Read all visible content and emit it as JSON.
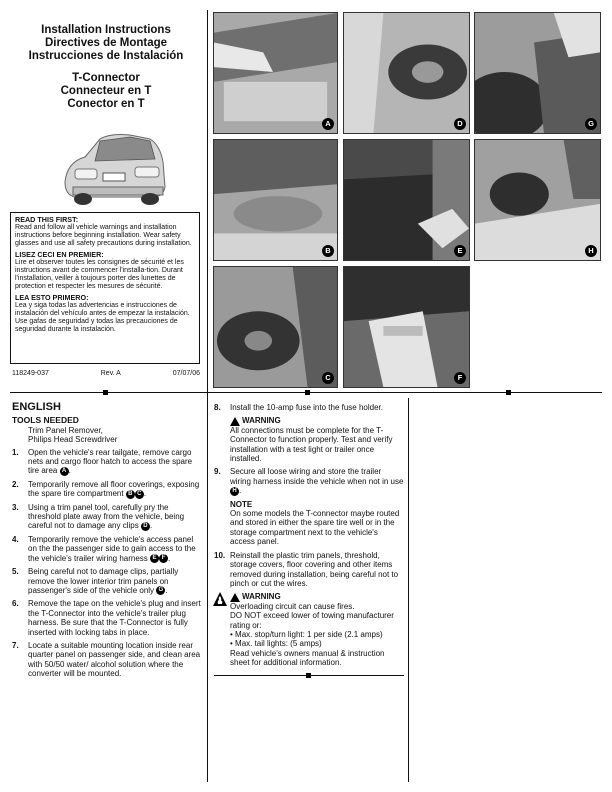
{
  "header": {
    "title_lines": [
      "Installation Instructions",
      "Directives de Montage",
      "Instrucciones de Instalación"
    ],
    "product_lines": [
      "T-Connector",
      "Connecteur en T",
      "Conector en T"
    ]
  },
  "read_first": {
    "en_heading": "READ THIS FIRST:",
    "en_body": "Read and follow all vehicle warnings and installation instructions before beginning installation. Wear safety glasses and use all safety precautions during installation.",
    "fr_heading": "LISEZ CECI EN PREMIER:",
    "fr_body": "Lire et observer toutes les consignes de sécurité et les instructions avant de commencer l'installa-tion. Durant l'installation, veiller à toujours porter des lunettes de protection et respecter les mesures de sécurité.",
    "es_heading": "LEA ESTO PRIMERO:",
    "es_body": "Lea y siga todas las advertencias e instrucciones de instalación del vehículo antes de empezar la instalación. Use gafas de seguridad y todas las precauciones de seguridad durante la instalación."
  },
  "part_info": {
    "part_number": "118249-037",
    "revision": "Rev. A",
    "date": "07/07/06"
  },
  "photos": [
    {
      "label": "A"
    },
    {
      "label": "D"
    },
    {
      "label": "G"
    },
    {
      "label": "B"
    },
    {
      "label": "E"
    },
    {
      "label": "H"
    },
    {
      "label": "C"
    },
    {
      "label": "F"
    }
  ],
  "english": {
    "section": "ENGLISH",
    "tools_heading": "TOOLS NEEDED",
    "tools": [
      "Trim Panel Remover,",
      "Philips Head Screwdriver"
    ],
    "steps": [
      {
        "n": "1.",
        "text": "Open the vehicle's rear tailgate, remove cargo nets and cargo floor hatch to access the spare tire area",
        "refs": [
          "A"
        ],
        "tail": "."
      },
      {
        "n": "2.",
        "text": "Temporarily remove all floor coverings, exposing the spare tire compartment",
        "refs": [
          "B",
          "C"
        ],
        "tail": "."
      },
      {
        "n": "3.",
        "text": "Using a trim panel tool, carefully pry the threshold plate away from the vehicle, being careful not to damage any clips",
        "refs": [
          "D"
        ],
        "tail": "."
      },
      {
        "n": "4.",
        "text": "Temporarily remove the vehicle's access panel on the the passenger side to gain access to the the vehicle's trailer wiring harness",
        "refs": [
          "E",
          "F"
        ],
        "tail": "."
      },
      {
        "n": "5.",
        "text": "Being careful not to damage clips, partially remove the lower interior trim panels on passenger's side of the vehicle only",
        "refs": [
          "G"
        ],
        "tail": "."
      },
      {
        "n": "6.",
        "text": "Remove the tape on the vehicle's plug and insert the T-Connector into the vehicle's trailer plug harness. Be sure that the T-Connector is fully inserted with locking tabs in place.",
        "refs": [],
        "tail": ""
      },
      {
        "n": "7.",
        "text": "Locate a suitable mounting location inside rear quarter panel on passenger side, and clean area with 50/50 water/ alcohol solution where the converter will be mounted.",
        "refs": [],
        "tail": ""
      }
    ],
    "step8": {
      "n": "8.",
      "text": "Install the 10-amp fuse into the fuse holder."
    },
    "warning1": {
      "heading": "WARNING",
      "body": "All connections must be complete for the T-Connector to function properly. Test and verify installation with a test light or trailer once installed."
    },
    "step9": {
      "n": "9.",
      "text": "Secure all loose wiring and store the trailer wiring harness inside the vehicle when not in use",
      "refs": [
        "H"
      ],
      "tail": "."
    },
    "note": {
      "heading": "NOTE",
      "body": "On some models the T-connector maybe routed and stored in either the spare tire well or in the storage compartment next to the vehicle's access panel."
    },
    "step10": {
      "n": "10.",
      "text": "Reinstall the plastic trim panels, threshold, storage covers, floor covering and other items removed during installation, being careful not to pinch or cut the wires."
    },
    "warning2": {
      "heading": "WARNING",
      "lines": [
        "Overloading circuit can cause fires.",
        "DO NOT exceed lower of towing manufacturer rating or:",
        "• Max. stop/turn light: 1 per side (2.1 amps)",
        "• Max. tail lights: (5 amps)",
        "Read vehicle's owners manual & instruction sheet for additional information."
      ]
    }
  }
}
